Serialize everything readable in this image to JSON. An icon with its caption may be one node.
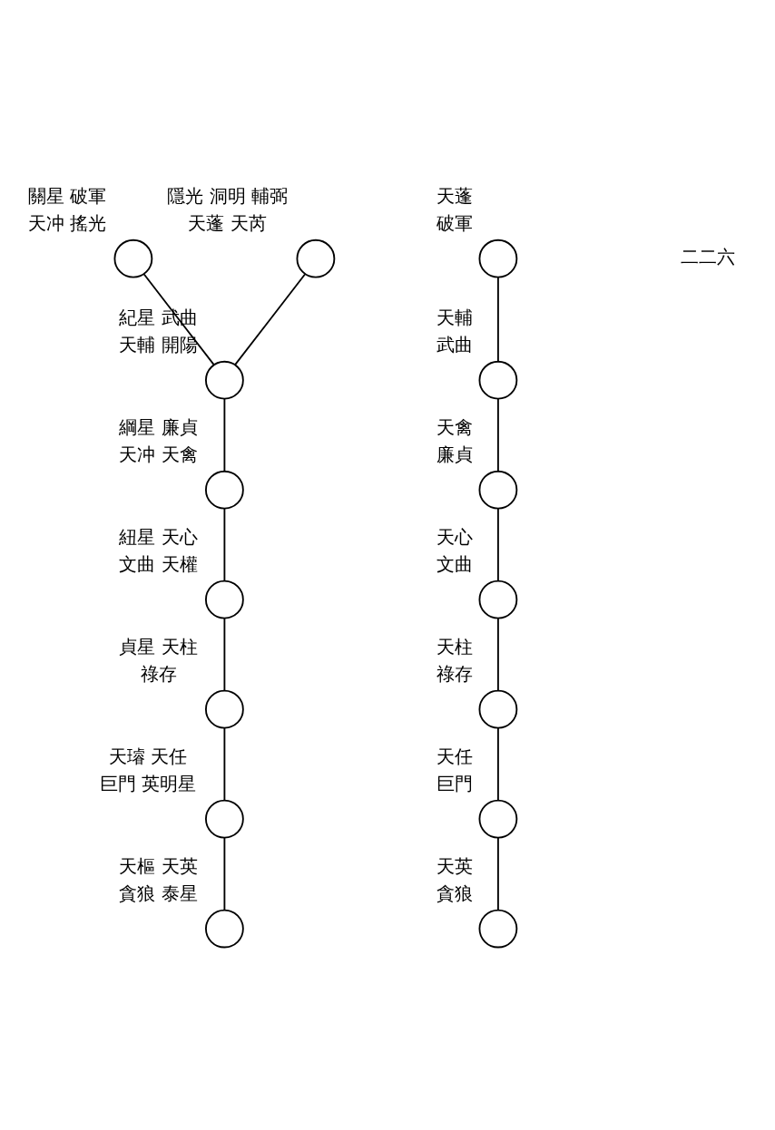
{
  "diagram": {
    "nodes": [
      {
        "text": [],
        "shape": "circle",
        "beside": [
          "關星",
          "破軍",
          "天冲",
          "搖光"
        ]
      },
      {
        "text": [],
        "shape": "circle",
        "beside": [
          "隱光",
          "洞明",
          "輔弼",
          "天蓬",
          "天芮"
        ]
      },
      {
        "text": [],
        "shape": "circle",
        "beside": [
          "紀星",
          "武曲",
          "天輔",
          "開陽"
        ]
      },
      {
        "text": [],
        "shape": "circle",
        "beside": [
          "綱星",
          "廉貞",
          "天冲",
          "天禽"
        ]
      },
      {
        "text": [],
        "shape": "circle",
        "beside": [
          "紐星",
          "天心",
          "文曲",
          "天權"
        ]
      },
      {
        "text": [],
        "shape": "circle",
        "beside": [
          "貞星",
          "天柱",
          "祿存"
        ]
      },
      {
        "text": [],
        "shape": "circle",
        "beside": [
          "天璿",
          "天任",
          "巨門",
          "英明星"
        ]
      },
      {
        "text": [],
        "shape": "circle",
        "beside": [
          "天樞",
          "天英",
          "貪狼",
          "泰星"
        ]
      },
      {
        "text": [],
        "shape": "circle",
        "beside": [
          "天蓬",
          "破軍"
        ]
      },
      {
        "text": [],
        "shape": "circle",
        "beside": [
          "天輔",
          "武曲"
        ]
      },
      {
        "text": [],
        "shape": "circle",
        "beside": [
          "天禽",
          "廉貞"
        ]
      },
      {
        "text": [],
        "shape": "circle",
        "beside": [
          "天心",
          "文曲"
        ]
      },
      {
        "text": [],
        "shape": "circle",
        "beside": [
          "天柱",
          "祿存"
        ]
      },
      {
        "text": [],
        "shape": "circle",
        "beside": [
          "天任",
          "巨門"
        ]
      },
      {
        "text": [],
        "shape": "circle",
        "beside": [
          "天英",
          "貪狼"
        ]
      }
    ],
    "edges": [
      {
        "from": 0,
        "to": 2,
        "arrow": "none"
      },
      {
        "from": 1,
        "to": 2,
        "arrow": "none"
      },
      {
        "from": 2,
        "to": 3,
        "arrow": "none"
      },
      {
        "from": 3,
        "to": 4,
        "arrow": "none"
      },
      {
        "from": 4,
        "to": 5,
        "arrow": "none"
      },
      {
        "from": 5,
        "to": 6,
        "arrow": "none"
      },
      {
        "from": 6,
        "to": 7,
        "arrow": "none"
      },
      {
        "from": 8,
        "to": 9,
        "arrow": "none"
      },
      {
        "from": 9,
        "to": 10,
        "arrow": "none"
      },
      {
        "from": 10,
        "to": 11,
        "arrow": "none"
      },
      {
        "from": 11,
        "to": 12,
        "arrow": "none"
      },
      {
        "from": 12,
        "to": 13,
        "arrow": "none"
      },
      {
        "from": 13,
        "to": 14,
        "arrow": "none"
      }
    ],
    "labels": [
      "二二六"
    ]
  }
}
